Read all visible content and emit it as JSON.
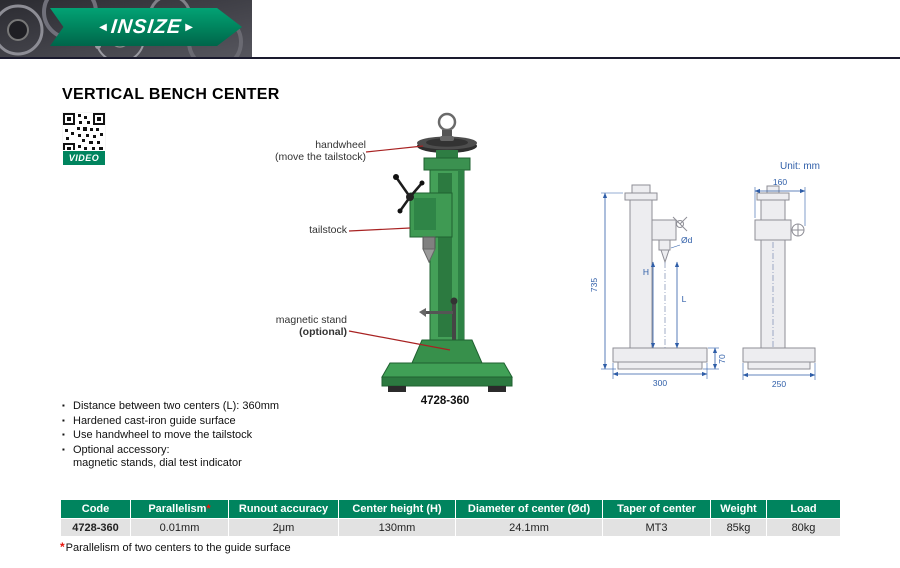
{
  "header": {
    "brand": "INSIZE",
    "arrow_left": "◀",
    "arrow_right": "▶"
  },
  "page": {
    "title": "VERTICAL BENCH CENTER",
    "video_label": "VIDEO",
    "model": "4728-360"
  },
  "figure_labels": {
    "handwheel_l1": "handwheel",
    "handwheel_l2": "(move the tailstock)",
    "tailstock": "tailstock",
    "magnetic_l1": "magnetic stand",
    "magnetic_l2": "(optional)"
  },
  "drawings": {
    "unit": "Unit: mm",
    "front": {
      "height": "735",
      "base_width": "300",
      "base_height": "70",
      "h": "H",
      "l": "L",
      "od": "Ød"
    },
    "side": {
      "top_width": "160",
      "base_width": "250"
    }
  },
  "features": [
    {
      "bullet": "▪",
      "text": "Distance between two centers (L): 360mm"
    },
    {
      "bullet": "▪",
      "text": "Hardened cast-iron guide surface"
    },
    {
      "bullet": "▪",
      "text": "Use handwheel to move the tailstock"
    },
    {
      "bullet": "▪",
      "text": "Optional accessory:"
    },
    {
      "bullet": "",
      "text": "magnetic stands, dial test indicator"
    }
  ],
  "table": {
    "asterisk": "*",
    "headers": [
      "Code",
      "Parallelism",
      "Runout accuracy",
      "Center height (H)",
      "Diameter of center (Ød)",
      "Taper of center",
      "Weight",
      "Load"
    ],
    "row": [
      "4728-360",
      "0.01mm",
      "2μm",
      "130mm",
      "24.1mm",
      "MT3",
      "85kg",
      "80kg"
    ]
  },
  "footnote": {
    "asterisk": "*",
    "text": "Parallelism of two centers to the guide surface"
  },
  "colors": {
    "brand_green": "#00845e",
    "row_gray": "#e2e2e2",
    "accent_red": "#e8140c",
    "dim_blue": "#2f5ea8"
  }
}
